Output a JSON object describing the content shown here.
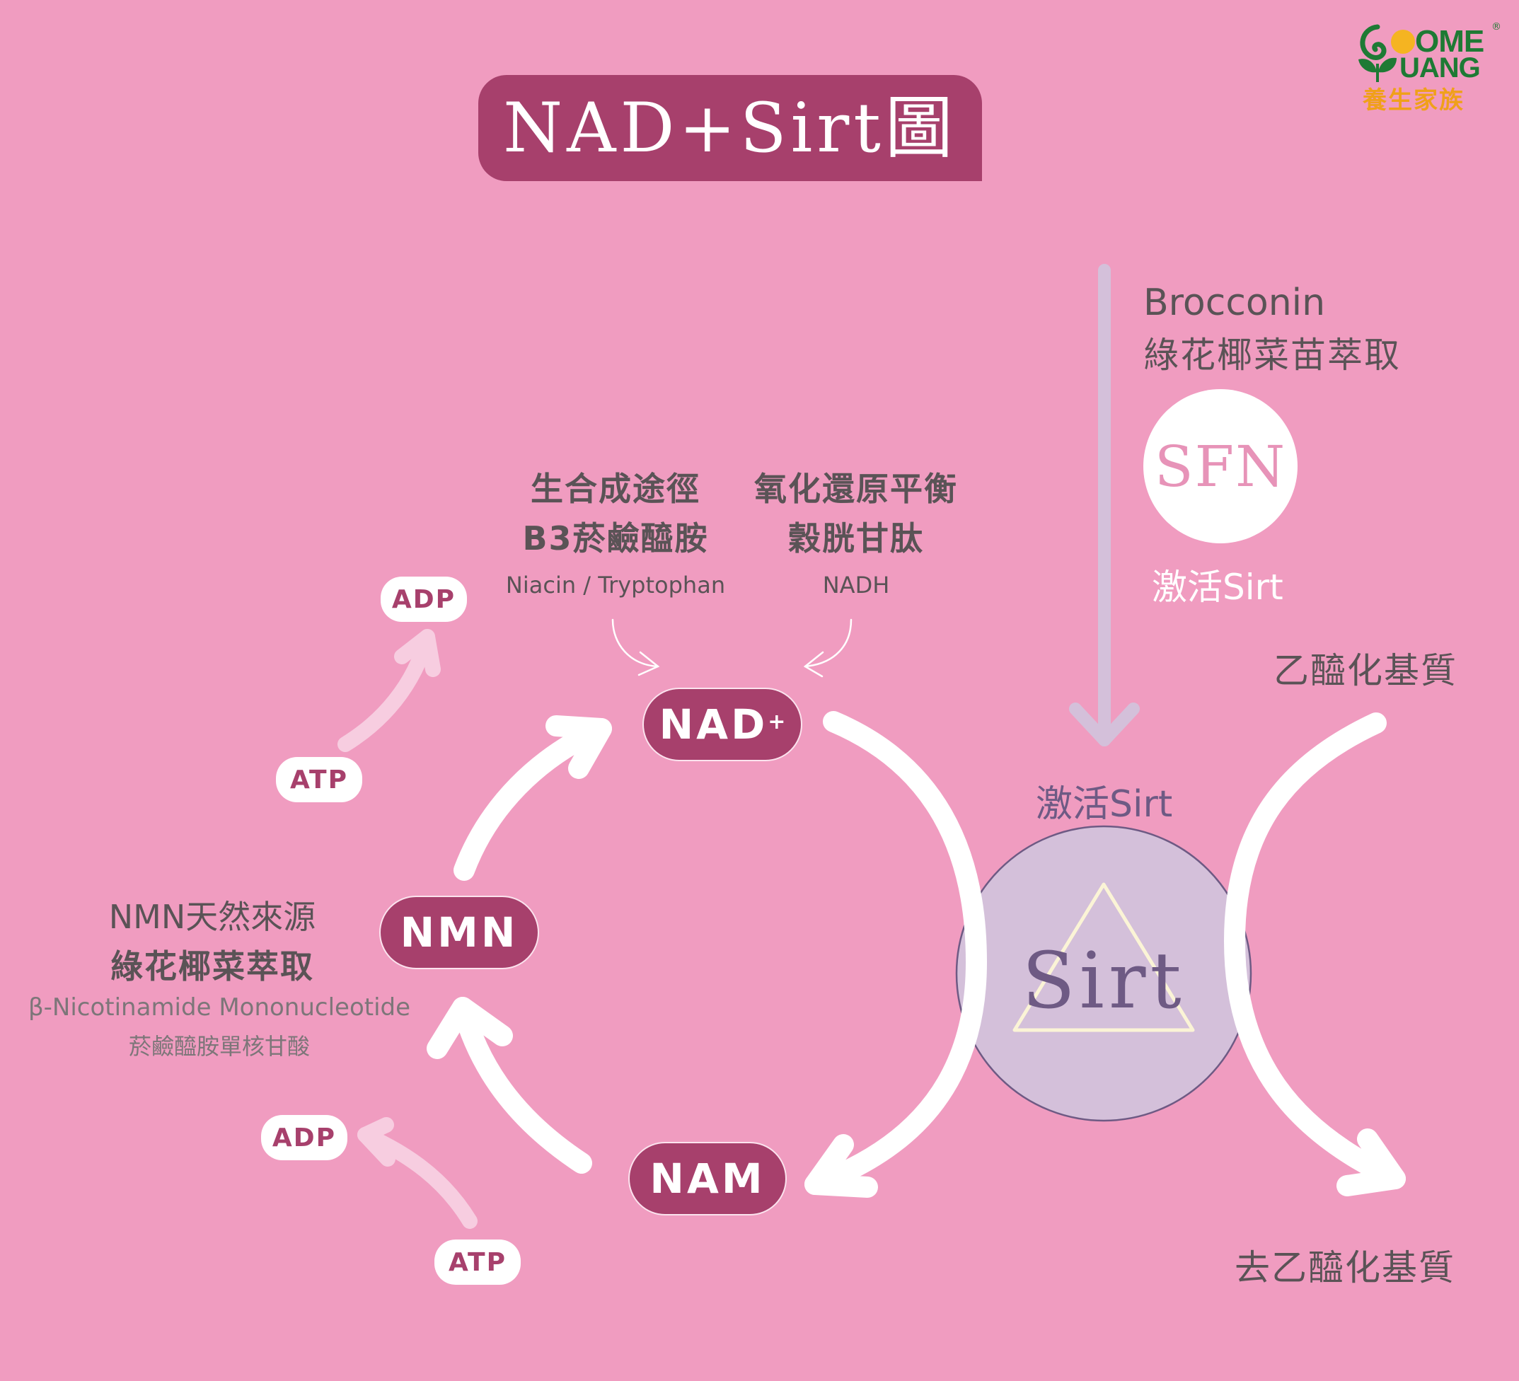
{
  "title": "NAD+Sirt圖",
  "logo": {
    "line1": "OME",
    "line2": "UANG",
    "chinese": "養生家族",
    "registered": "®"
  },
  "colors": {
    "background": "#f09cc0",
    "primary": "#a7406c",
    "sirt_fill": "#d4c0da",
    "sirt_text": "#6e5a84",
    "arrow": "#ffffff",
    "light_arrow": "#f7cde0",
    "vertical_arrow": "#d4c0da",
    "triangle": "#fbf4d6"
  },
  "nodes": {
    "nad": {
      "label": "NAD",
      "superscript": "+"
    },
    "nmn": {
      "label": "NMN"
    },
    "nam": {
      "label": "NAM"
    },
    "sirt": {
      "label": "Sirt"
    }
  },
  "energy_tags": {
    "adp_top": "ADP",
    "atp_top": "ATP",
    "adp_bottom": "ADP",
    "atp_bottom": "ATP"
  },
  "sources": {
    "biosynthesis": {
      "title": "生合成途徑",
      "subtitle": "B3菸鹼醯胺",
      "english": "Niacin / Tryptophan"
    },
    "redox": {
      "title": "氧化還原平衡",
      "subtitle": "穀胱甘肽",
      "english": "NADH"
    },
    "nmn_natural": {
      "title": "NMN天然來源",
      "subtitle": "綠花椰菜萃取",
      "english": "β-Nicotinamide Mononucleotide",
      "chinese": "菸鹼醯胺單核甘酸"
    }
  },
  "brocconin": {
    "english": "Brocconin",
    "chinese": "綠花椰菜苗萃取",
    "sfn": "SFN",
    "activate": "激活Sirt"
  },
  "sirt_section": {
    "activate_label": "激活Sirt",
    "acetylated": "乙醯化基質",
    "deacetylated": "去乙醯化基質"
  }
}
